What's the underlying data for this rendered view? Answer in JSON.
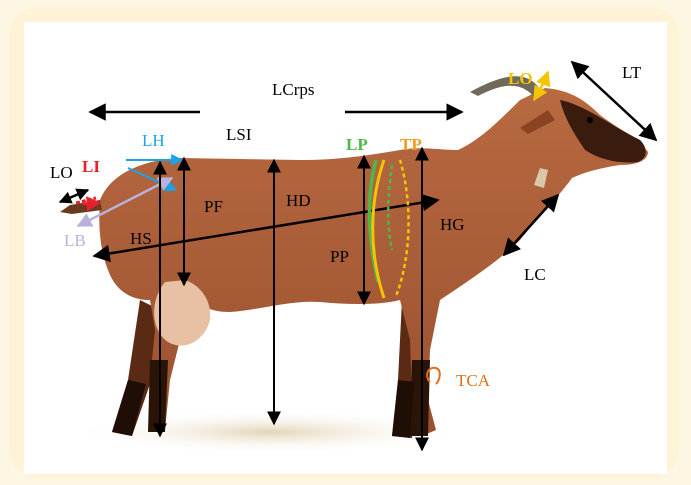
{
  "labels": {
    "lcrps": "LCrps",
    "lsi": "LSI",
    "lt": "LT",
    "lo_horn": "LO",
    "lo_tail": "LO",
    "li": "LI",
    "lh": "LH",
    "lb": "LB",
    "lp": "LP",
    "tp": "TP",
    "pf": "PF",
    "hd": "HD",
    "hs": "HS",
    "hg": "HG",
    "pp": "PP",
    "lc": "LC",
    "tca": "TCA"
  },
  "colors": {
    "black": "#000000",
    "red": "#e8202a",
    "blue": "#1aa3e8",
    "lavender": "#b9b2dc",
    "green": "#4db848",
    "yellow": "#f5c400",
    "orange": "#f39a1e",
    "tca": "#e0701a",
    "coat": "#b0623a",
    "coat_dark": "#7a3a1e",
    "ground": "#e6d9bf"
  }
}
